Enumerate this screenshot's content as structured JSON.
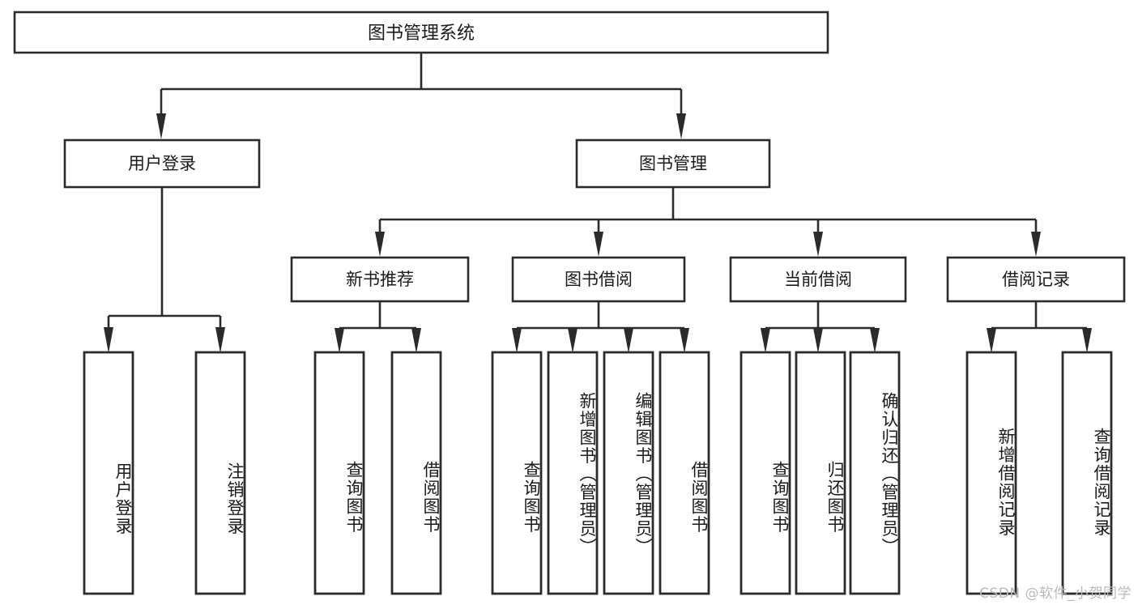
{
  "diagram": {
    "title": "图书管理系统",
    "type": "tree-hierarchy-chart",
    "orientation": "top-down",
    "box_fill": "#ffffff",
    "line_color": "#2b2b2b",
    "text_color": "#1a1a1a",
    "background": "#ffffff"
  },
  "root": {
    "label": "图书管理系统"
  },
  "level2": {
    "user_login": {
      "label": "用户登录"
    },
    "book_manage": {
      "label": "图书管理"
    }
  },
  "level3": {
    "new_book": {
      "label": "新书推荐"
    },
    "book_borrow": {
      "label": "图书借阅"
    },
    "current_borrow": {
      "label": "当前借阅"
    },
    "borrow_record": {
      "label": "借阅记录"
    }
  },
  "leaves": {
    "user_login": [
      {
        "label": "用户登录"
      },
      {
        "label": "注销登录"
      }
    ],
    "new_book": [
      {
        "label": "查询图书"
      },
      {
        "label": "借阅图书"
      }
    ],
    "book_borrow": [
      {
        "label": "查询图书"
      },
      {
        "label": "新增图书（管理员）"
      },
      {
        "label": "编辑图书（管理员）"
      },
      {
        "label": "借阅图书"
      }
    ],
    "current_borrow": [
      {
        "label": "查询图书"
      },
      {
        "label": "归还图书"
      },
      {
        "label": "确认归还（管理员）"
      }
    ],
    "borrow_record": [
      {
        "label": "新增借阅记录"
      },
      {
        "label": "查询借阅记录"
      }
    ]
  },
  "watermark": {
    "text": "CSDN @软件_小贺同学"
  }
}
